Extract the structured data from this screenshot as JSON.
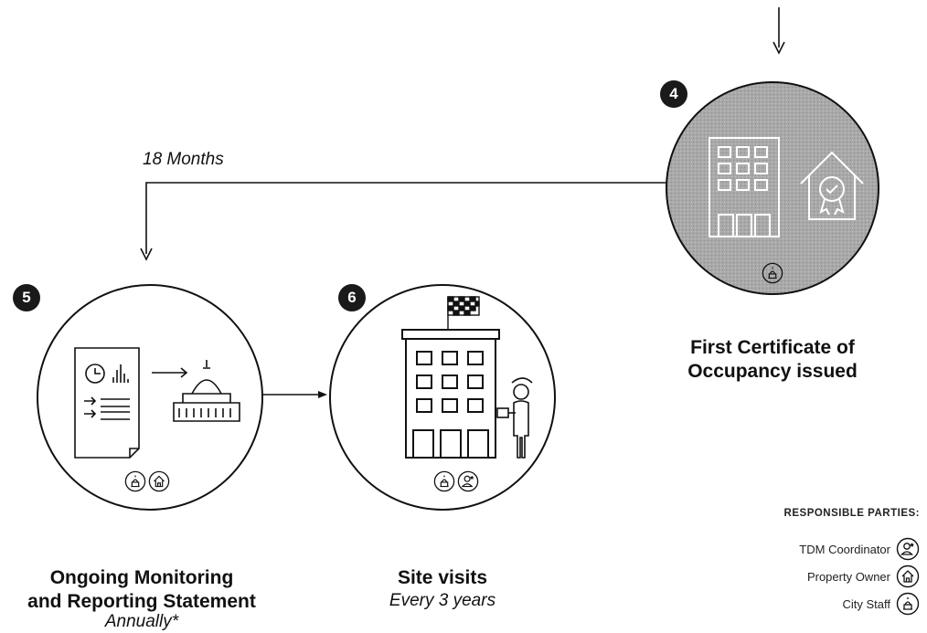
{
  "steps": [
    {
      "number": "4",
      "title_line1": "First Certificate of",
      "title_line2": "Occupancy issued"
    },
    {
      "number": "5",
      "title_line1": "Ongoing Monitoring",
      "title_line2": "and Reporting Statement",
      "note": "Annually*"
    },
    {
      "number": "6",
      "title_line1": "Site visits",
      "note": "Every 3 years"
    }
  ],
  "connector_label": "18 Months",
  "legend": {
    "title": "RESPONSIBLE PARTIES:",
    "items": [
      {
        "label": "TDM Coordinator",
        "icon": "tdm-coordinator-icon"
      },
      {
        "label": "Property Owner",
        "icon": "property-owner-icon"
      },
      {
        "label": "City Staff",
        "icon": "city-staff-icon"
      }
    ]
  },
  "colors": {
    "ink": "#111111",
    "highlight_fill": "#a8a8a8",
    "badge": "#1a1a1a"
  }
}
